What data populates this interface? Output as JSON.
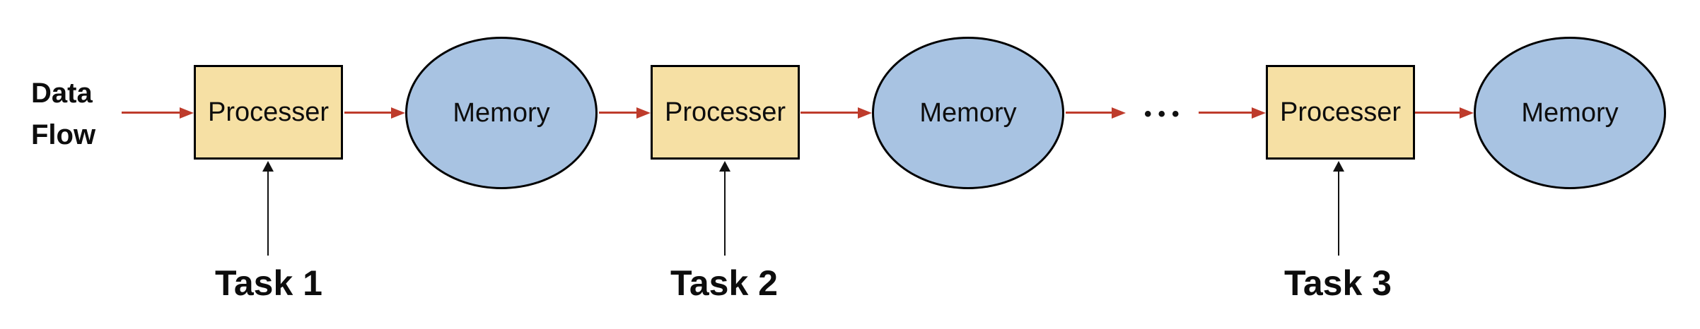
{
  "diagram": {
    "flow_label_line1": "Data",
    "flow_label_line2": "Flow",
    "ellipsis": "•••",
    "stages": [
      {
        "processor_label": "Processer",
        "memory_label": "Memory",
        "task_label": "Task 1"
      },
      {
        "processor_label": "Processer",
        "memory_label": "Memory",
        "task_label": "Task 2"
      },
      {
        "processor_label": "Processer",
        "memory_label": "Memory",
        "task_label": "Task 3"
      }
    ],
    "colors": {
      "processor_fill": "#F6E0A4",
      "memory_fill": "#A8C3E2",
      "shape_outline": "#000000",
      "flow_arrow": "#BE3B2B",
      "task_arrow": "#111111",
      "text": "#0D0D0D"
    }
  }
}
